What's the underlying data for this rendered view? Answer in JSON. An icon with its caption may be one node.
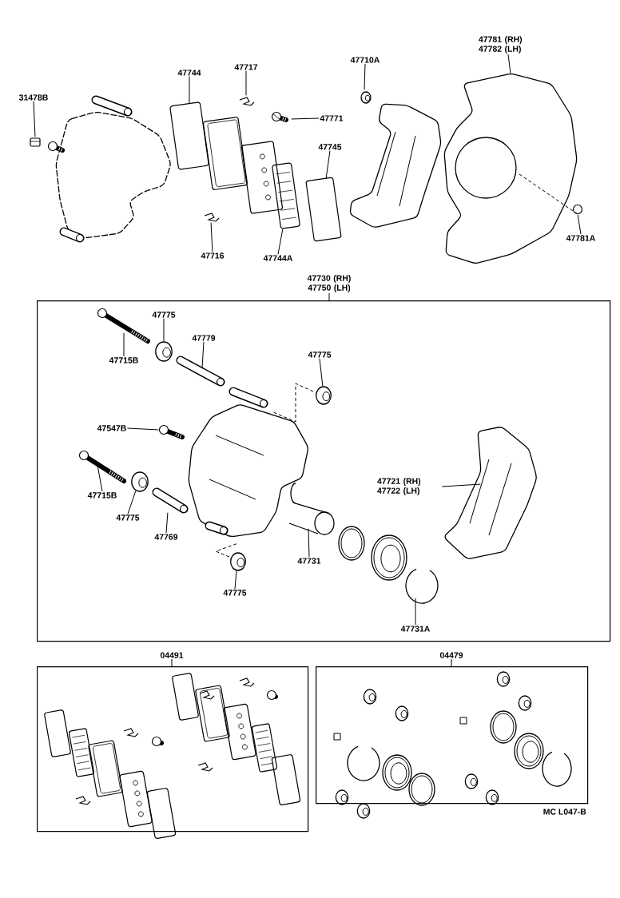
{
  "diagram": {
    "nodes": [
      {
        "text": [
          "47730 (RH) 47750 (LH)"
        ]
      },
      {
        "text": [
          "04491"
        ]
      },
      {
        "text": [
          "04479"
        ]
      },
      {
        "text": [
          "31478B"
        ]
      },
      {
        "text": [
          "47744"
        ]
      },
      {
        "text": [
          "47717"
        ]
      },
      {
        "text": [
          "47771"
        ]
      },
      {
        "text": [
          "47710A"
        ]
      },
      {
        "text": [
          "47781 (RH) 47782 (LH)"
        ]
      },
      {
        "text": [
          "47745"
        ]
      },
      {
        "text": [
          "47716"
        ]
      },
      {
        "text": [
          "47744A"
        ]
      },
      {
        "text": [
          "47781A"
        ]
      },
      {
        "text": [
          "47775"
        ],
        "in": 0
      },
      {
        "text": [
          "47715B"
        ],
        "in": 0
      },
      {
        "text": [
          "47779"
        ],
        "in": 0
      },
      {
        "text": [
          "47775"
        ],
        "in": 0
      },
      {
        "text": [
          "47547B"
        ],
        "in": 0
      },
      {
        "text": [
          "47715B"
        ],
        "in": 0
      },
      {
        "text": [
          "47775"
        ],
        "in": 0
      },
      {
        "text": [
          "47769"
        ],
        "in": 0
      },
      {
        "text": [
          "47775"
        ],
        "in": 0
      },
      {
        "text": [
          "47731"
        ],
        "in": 0
      },
      {
        "text": [
          "47721 (RH) 47722 (LH)"
        ],
        "in": 0
      },
      {
        "text": [
          "47731A"
        ],
        "in": 0
      },
      {
        "text": [],
        "shape": "picture"
      },
      {
        "text": [],
        "shape": "picture"
      },
      {
        "text": [],
        "shape": "picture"
      },
      {
        "text": [],
        "shape": "picture"
      },
      {
        "text": [],
        "shape": "picture"
      },
      {
        "text": [],
        "shape": "picture"
      },
      {
        "text": [],
        "shape": "picture"
      },
      {
        "text": [],
        "shape": "picture"
      },
      {
        "text": [],
        "shape": "picture"
      },
      {
        "text": [],
        "shape": "picture"
      },
      {
        "text": [],
        "shape": "picture",
        "in": 0
      },
      {
        "text": [],
        "shape": "picture",
        "in": 0
      },
      {
        "text": [],
        "shape": "picture",
        "in": 0
      },
      {
        "text": [],
        "shape": "picture",
        "in": 0
      },
      {
        "text": [],
        "shape": "picture",
        "in": 0
      },
      {
        "text": [],
        "shape": "picture",
        "in": 0
      },
      {
        "text": [],
        "shape": "picture",
        "in": 0
      },
      {
        "text": [],
        "shape": "picture",
        "in": 0
      },
      {
        "text": [],
        "shape": "picture",
        "in": 0
      },
      {
        "text": [],
        "shape": "picture",
        "in": 0
      },
      {
        "text": [],
        "shape": "picture",
        "in": 0
      },
      {
        "text": [],
        "shape": "picture",
        "in": 0
      }
    ],
    "edges": [
      {
        "from": 3,
        "to": 25,
        "arrow": "none"
      },
      {
        "from": 4,
        "to": 26,
        "arrow": "none"
      },
      {
        "from": 5,
        "to": 27,
        "arrow": "none"
      },
      {
        "from": 6,
        "to": 28,
        "arrow": "none"
      },
      {
        "from": 7,
        "to": 29,
        "arrow": "none"
      },
      {
        "from": 8,
        "to": 30,
        "arrow": "none"
      },
      {
        "from": 9,
        "to": 31,
        "arrow": "none"
      },
      {
        "from": 10,
        "to": 32,
        "arrow": "none"
      },
      {
        "from": 11,
        "to": 33,
        "arrow": "none"
      },
      {
        "from": 12,
        "to": 34,
        "arrow": "none"
      },
      {
        "from": 13,
        "to": 35,
        "arrow": "none"
      },
      {
        "from": 14,
        "to": 36,
        "arrow": "none"
      },
      {
        "from": 15,
        "to": 37,
        "arrow": "none"
      },
      {
        "from": 16,
        "to": 38,
        "arrow": "none"
      },
      {
        "from": 17,
        "to": 39,
        "arrow": "none"
      },
      {
        "from": 18,
        "to": 40,
        "arrow": "none"
      },
      {
        "from": 19,
        "to": 41,
        "arrow": "none"
      },
      {
        "from": 20,
        "to": 42,
        "arrow": "none"
      },
      {
        "from": 21,
        "to": 43,
        "arrow": "none"
      },
      {
        "from": 22,
        "to": 44,
        "arrow": "none"
      },
      {
        "from": 23,
        "to": 45,
        "arrow": "none"
      },
      {
        "from": 24,
        "to": 46,
        "arrow": "none"
      },
      {
        "from": 30,
        "to": 34,
        "arrow": "none",
        "style": "dashed"
      }
    ],
    "labels": [
      "MC L047-B"
    ]
  }
}
